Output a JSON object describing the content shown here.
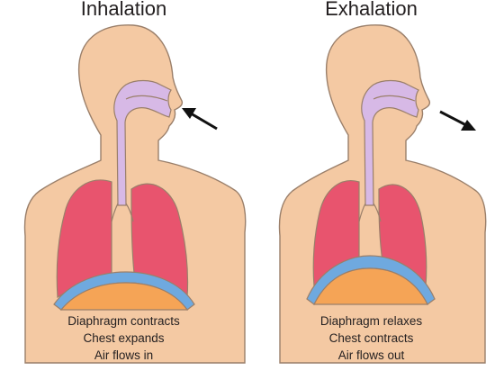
{
  "panels": [
    {
      "title": "Inhalation",
      "captions": [
        "Diaphragm contracts",
        "Chest expands",
        "Air flows in"
      ],
      "airflow": "in"
    },
    {
      "title": "Exhalation",
      "captions": [
        "Diaphragm relaxes",
        "Chest contracts",
        "Air flows out"
      ],
      "airflow": "out"
    }
  ],
  "colors": {
    "skin": "#f4c9a3",
    "outline": "#9a7f6a",
    "airway": "#d7b9e6",
    "lung": "#e8546e",
    "diaphragm": "#6fa9df",
    "abdomen": "#f5a456",
    "arrow": "#111111"
  }
}
